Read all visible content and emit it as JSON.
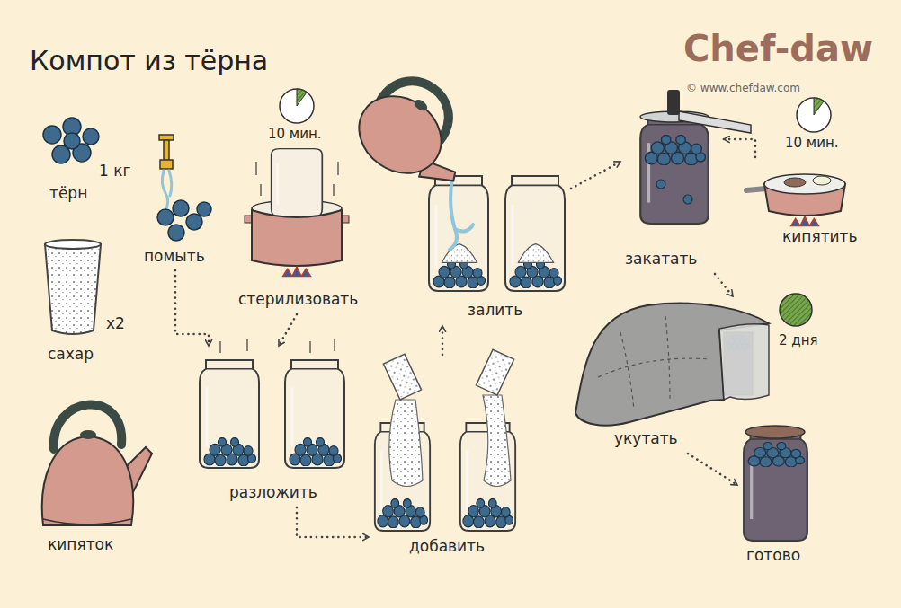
{
  "diagram": {
    "title": "Компот из тёрна",
    "nodes": [
      {
        "text": [
          "тёрн",
          "1 кг"
        ]
      },
      {
        "text": [
          "сахар",
          "x2"
        ]
      },
      {
        "text": [
          "кипяток"
        ]
      },
      {
        "text": [
          "помыть"
        ]
      },
      {
        "text": [
          "стерилизовать"
        ]
      },
      {
        "text": [
          "разложить"
        ]
      },
      {
        "text": [
          "добавить"
        ]
      },
      {
        "text": [
          "залить"
        ]
      },
      {
        "text": [
          "закатать"
        ]
      },
      {
        "text": [
          "кипятить"
        ]
      },
      {
        "text": [
          "укутать"
        ]
      },
      {
        "text": [
          "готово"
        ]
      }
    ],
    "edges": [
      {
        "from": 3,
        "to": 5,
        "arrow": "to"
      },
      {
        "from": 4,
        "to": 5,
        "arrow": "to"
      },
      {
        "from": 5,
        "to": 6,
        "arrow": "to"
      },
      {
        "from": 6,
        "to": 7,
        "arrow": "to"
      },
      {
        "from": 7,
        "to": 8,
        "arrow": "to"
      },
      {
        "from": 9,
        "to": 8,
        "arrow": "to"
      },
      {
        "from": 8,
        "to": 10,
        "arrow": "to"
      },
      {
        "from": 10,
        "to": 11,
        "arrow": "to"
      }
    ],
    "labels": [
      "Chef-daw",
      "© www.chefdaw.com",
      "10 мин.",
      "10 мин.",
      "2 дня"
    ]
  }
}
